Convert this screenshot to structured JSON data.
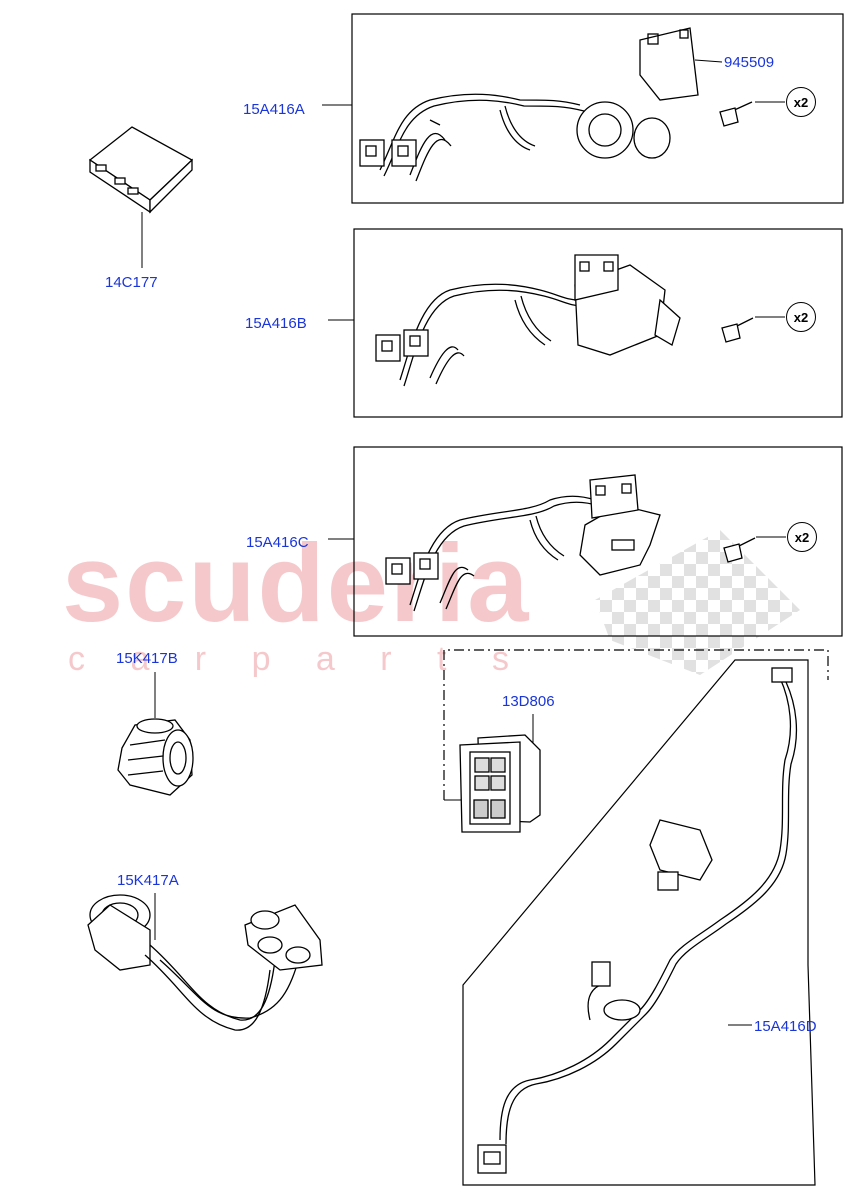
{
  "watermark": {
    "brand": "scuderia",
    "sub": "c a r   p a r t s",
    "color": "#f2b7ba"
  },
  "label_color": "#1a35d8",
  "parts": {
    "harness_a": "15A416A",
    "bracket": "945509",
    "module": "14C177",
    "harness_b": "15A416B",
    "harness_c": "15A416C",
    "socket_b": "15K417B",
    "switch": "13D806",
    "adapter_a": "15K417A",
    "harness_d": "15A416D"
  },
  "quantities": {
    "bolt_a": "x2",
    "bolt_b": "x2",
    "bolt_c": "x2"
  }
}
